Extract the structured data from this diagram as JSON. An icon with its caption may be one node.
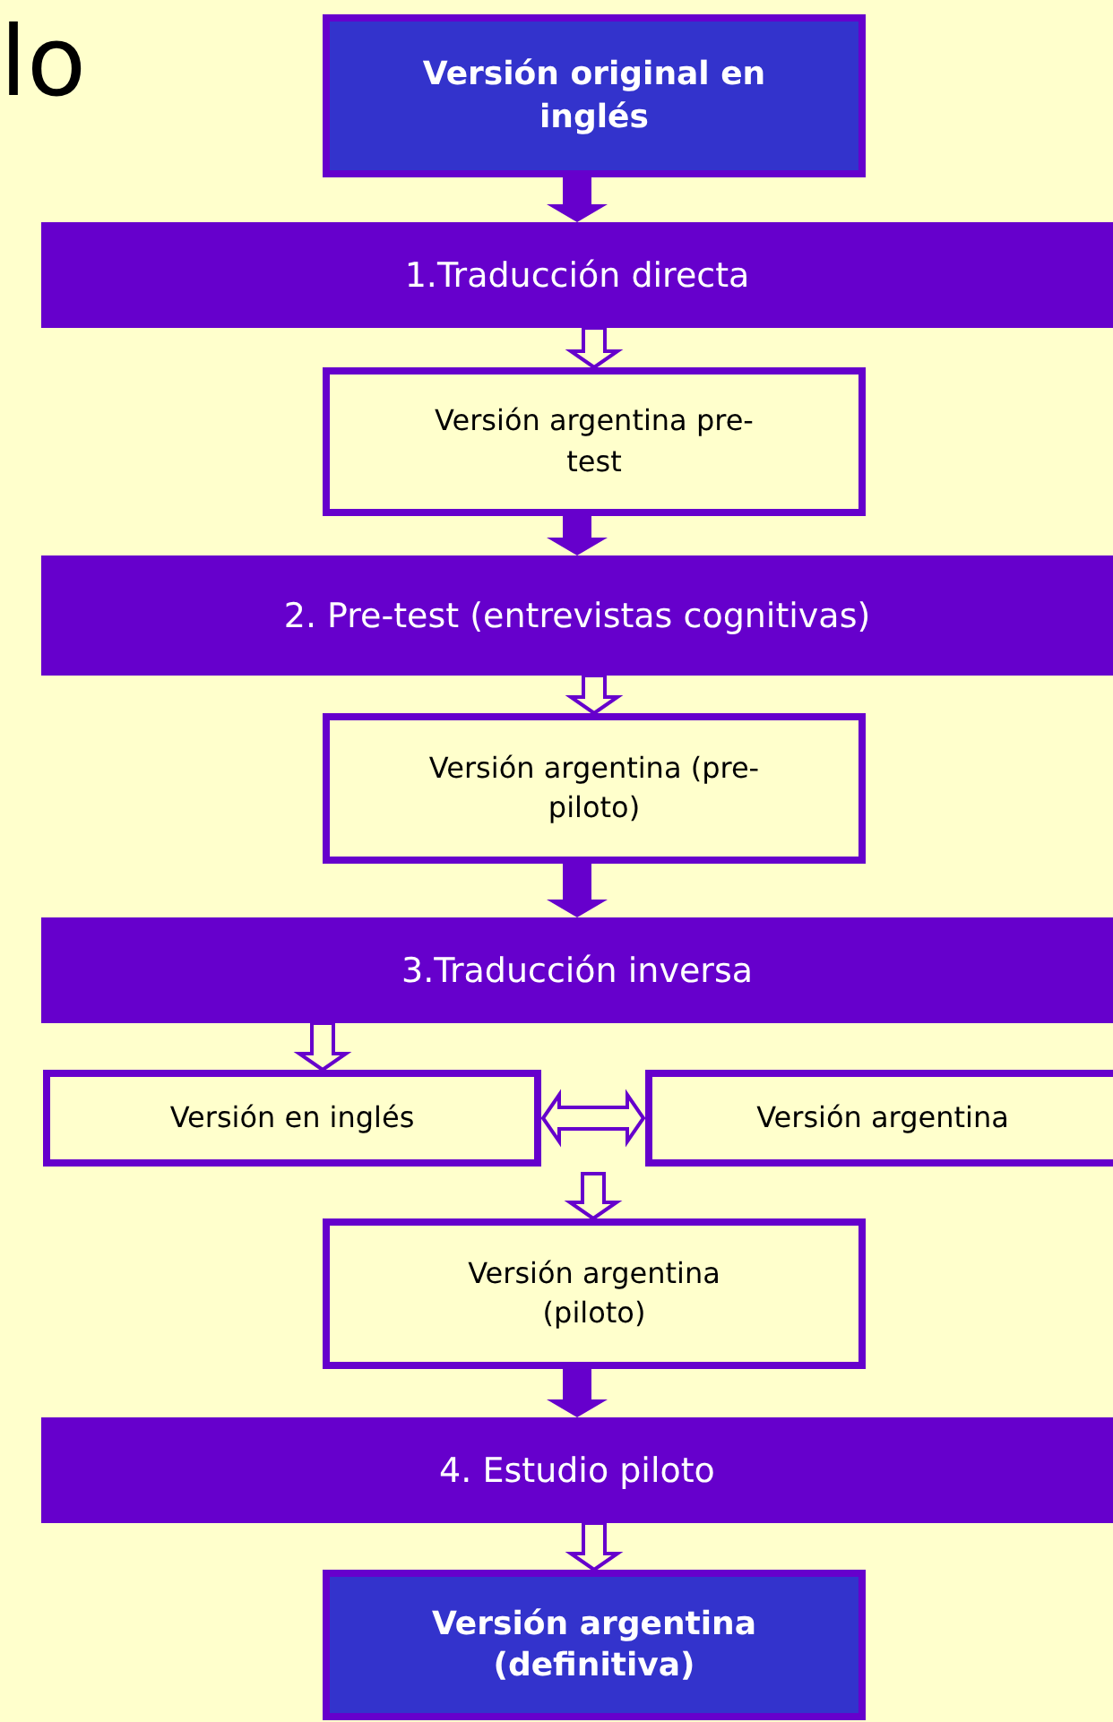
{
  "diagram": {
    "title": "lo",
    "nodes": [
      {
        "text": [
          "Versión original en inglés"
        ]
      },
      {
        "text": [
          "1.Traducción directa"
        ]
      },
      {
        "text": [
          "Versión argentina pre-test"
        ]
      },
      {
        "text": [
          "2. Pre-test (entrevistas cognitivas)"
        ]
      },
      {
        "text": [
          "Versión argentina (pre-piloto)"
        ]
      },
      {
        "text": [
          "3.Traducción inversa"
        ]
      },
      {
        "text": [
          "Versión en inglés"
        ]
      },
      {
        "text": [
          "Versión argentina"
        ]
      },
      {
        "text": [
          "Versión argentina (piloto)"
        ]
      },
      {
        "text": [
          "4. Estudio piloto"
        ]
      },
      {
        "text": [
          "Versión argentina (definitiva)"
        ]
      }
    ],
    "edges": [
      {
        "from": 0,
        "to": 1,
        "arrow": "to",
        "style": "thick"
      },
      {
        "from": 1,
        "to": 2,
        "arrow": "to"
      },
      {
        "from": 2,
        "to": 3,
        "arrow": "to",
        "style": "thick"
      },
      {
        "from": 3,
        "to": 4,
        "arrow": "to"
      },
      {
        "from": 4,
        "to": 5,
        "arrow": "to",
        "style": "thick"
      },
      {
        "from": 5,
        "to": 6,
        "arrow": "to"
      },
      {
        "from": 6,
        "to": 7,
        "arrow": "both"
      },
      {
        "from": null,
        "to": 8,
        "arrow": "to"
      },
      {
        "from": 8,
        "to": 9,
        "arrow": "to",
        "style": "thick"
      },
      {
        "from": 9,
        "to": 10,
        "arrow": "to"
      }
    ]
  }
}
